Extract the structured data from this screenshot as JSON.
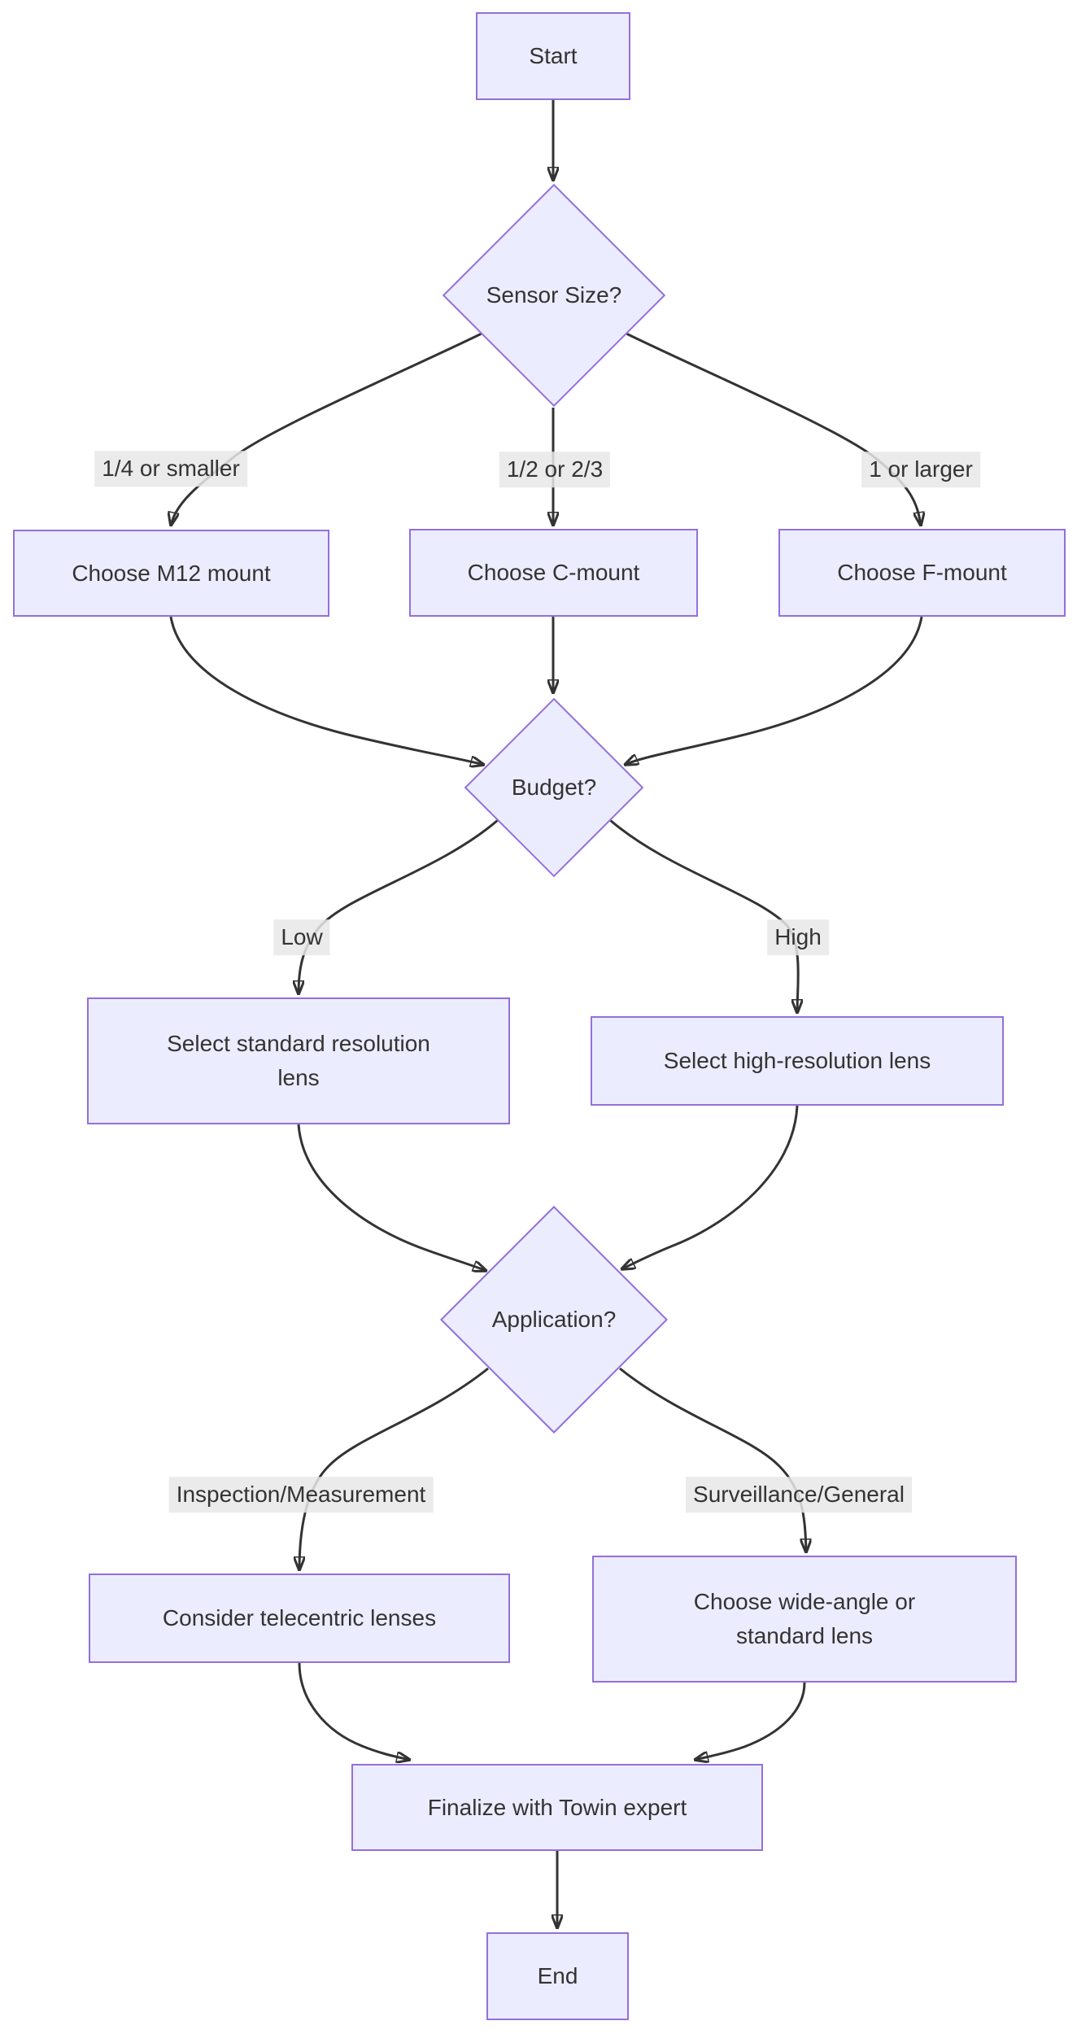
{
  "diagram": {
    "background_color": "#ffffff",
    "node_fill_color": "#ECECFF",
    "node_border_color": "#9370DB",
    "edge_line_color": "#333333",
    "edge_label_bg_color": "#e8e8e8",
    "text_color": "#333333",
    "nodes": {
      "start": {
        "label": "Start"
      },
      "sensor_size": {
        "label": "Sensor Size?"
      },
      "m12": {
        "label": "Choose M12 mount"
      },
      "cmount": {
        "label": "Choose C-mount"
      },
      "fmount": {
        "label": "Choose F-mount"
      },
      "budget": {
        "label": "Budget?"
      },
      "std_res": {
        "label": "Select standard resolution\nlens"
      },
      "high_res": {
        "label": "Select high-resolution lens"
      },
      "application": {
        "label": "Application?"
      },
      "telecentric": {
        "label": "Consider telecentric lenses"
      },
      "wide_angle": {
        "label": "Choose wide-angle or\nstandard lens"
      },
      "finalize": {
        "label": "Finalize with Towin expert"
      },
      "end": {
        "label": "End"
      }
    },
    "edge_labels": {
      "quarter_or_smaller": "1/4 or smaller",
      "half_or_two_thirds": "1/2 or 2/3",
      "one_or_larger": "1 or larger",
      "low": "Low",
      "high": "High",
      "inspection": "Inspection/Measurement",
      "surveillance": "Surveillance/General"
    }
  }
}
